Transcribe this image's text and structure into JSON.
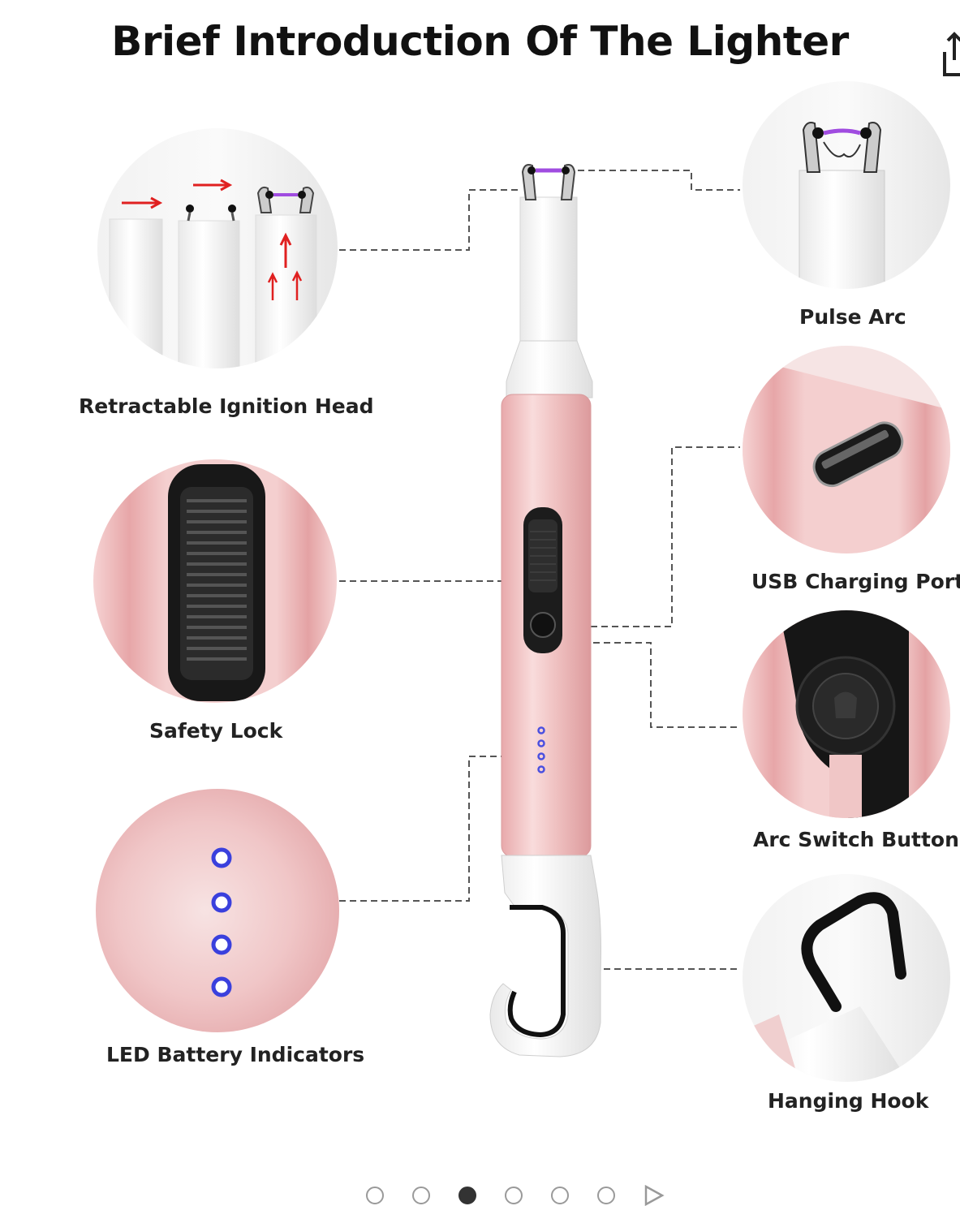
{
  "title": "Brief Introduction Of The Lighter",
  "icons": {
    "share": "share-icon",
    "next": "next-arrow-icon"
  },
  "labels": {
    "retractable": "Retractable Ignition Head",
    "safety_lock": "Safety Lock",
    "led": "LED Battery Indicators",
    "pulse_arc": "Pulse Arc",
    "usb": "USB Charging Port",
    "arc_switch": "Arc Switch Button",
    "hook": "Hanging Hook"
  },
  "carousel": {
    "count": 6,
    "active_index": 2
  },
  "colors": {
    "pink": "#f2c4c4",
    "pink_dark": "#e6a9ab",
    "led": "#4a50e0",
    "arc": "#a04ce0"
  }
}
